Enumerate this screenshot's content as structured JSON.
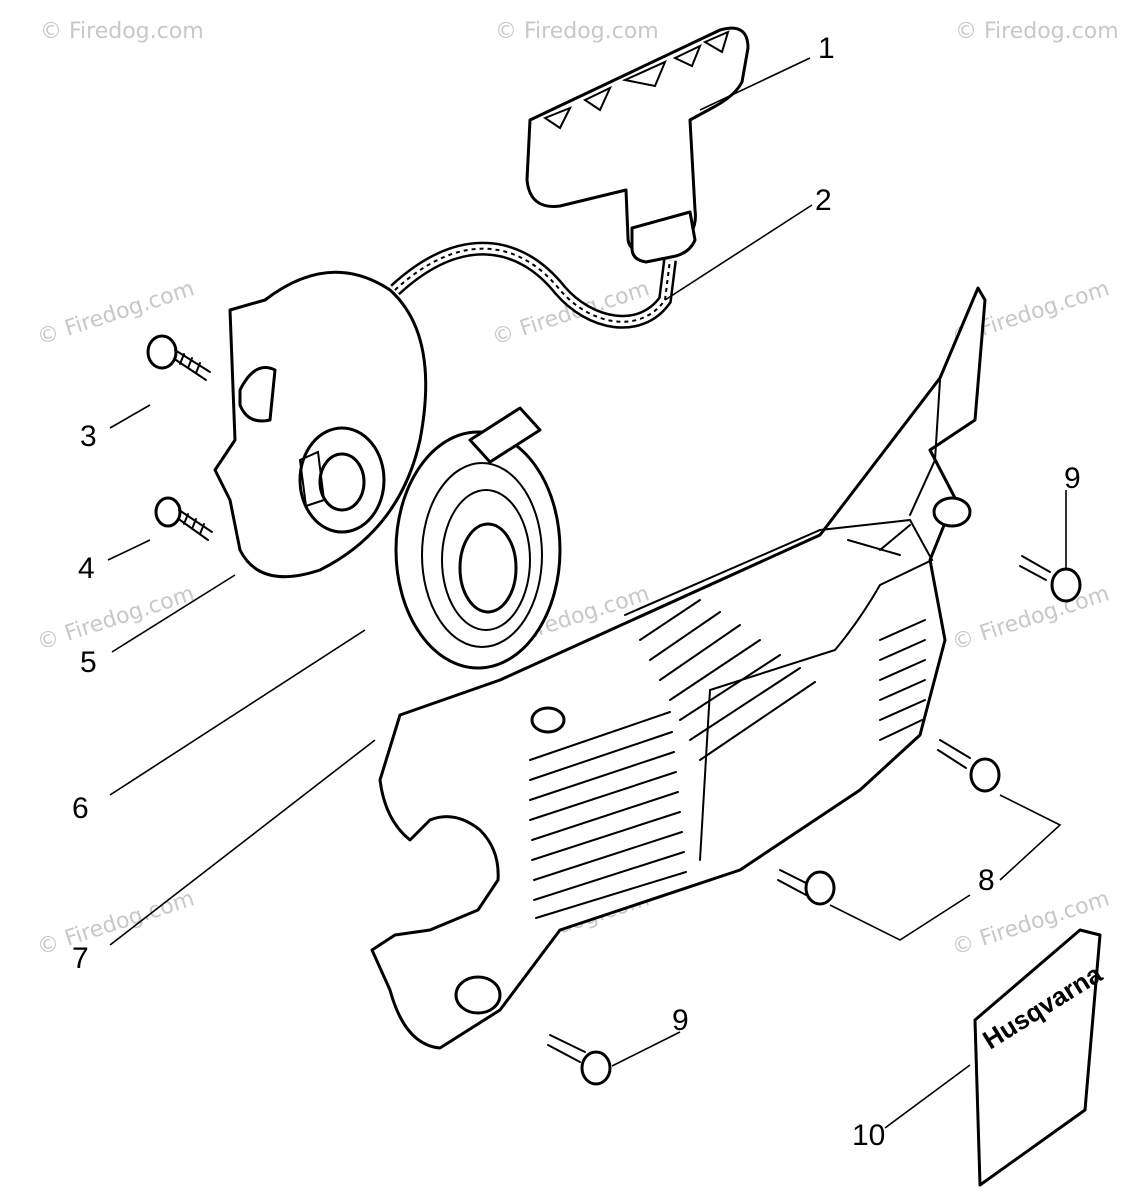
{
  "callouts": [
    {
      "id": "1",
      "text": "1"
    },
    {
      "id": "2",
      "text": "2"
    },
    {
      "id": "3",
      "text": "3"
    },
    {
      "id": "4",
      "text": "4"
    },
    {
      "id": "5",
      "text": "5"
    },
    {
      "id": "6",
      "text": "6"
    },
    {
      "id": "7",
      "text": "7"
    },
    {
      "id": "8",
      "text": "8"
    },
    {
      "id": "9a",
      "text": "9"
    },
    {
      "id": "9b",
      "text": "9"
    },
    {
      "id": "10",
      "text": "10"
    }
  ],
  "watermark": "© Firedog.com",
  "decal": {
    "brand": "Husqvarna"
  }
}
